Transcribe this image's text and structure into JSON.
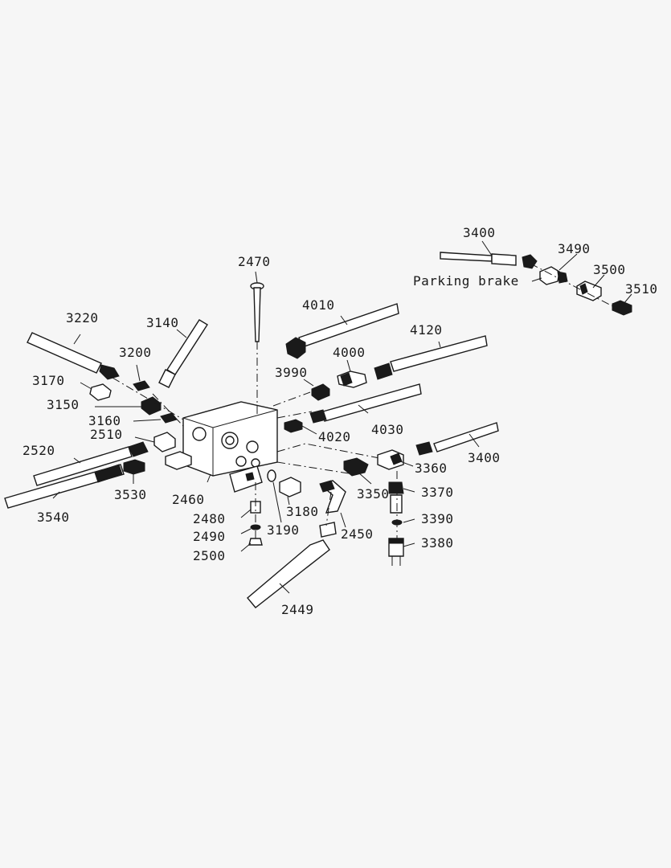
{
  "diagram": {
    "annotation": "Parking brake",
    "parts": [
      {
        "key": "3400_top",
        "label": "3400"
      },
      {
        "key": "3490",
        "label": "3490"
      },
      {
        "key": "3500",
        "label": "3500"
      },
      {
        "key": "3510",
        "label": "3510"
      },
      {
        "key": "2470",
        "label": "2470"
      },
      {
        "key": "4010",
        "label": "4010"
      },
      {
        "key": "4120",
        "label": "4120"
      },
      {
        "key": "3220",
        "label": "3220"
      },
      {
        "key": "3140",
        "label": "3140"
      },
      {
        "key": "3200",
        "label": "3200"
      },
      {
        "key": "4000",
        "label": "4000"
      },
      {
        "key": "3990",
        "label": "3990"
      },
      {
        "key": "3170",
        "label": "3170"
      },
      {
        "key": "3150",
        "label": "3150"
      },
      {
        "key": "3160",
        "label": "3160"
      },
      {
        "key": "4030",
        "label": "4030"
      },
      {
        "key": "2510",
        "label": "2510"
      },
      {
        "key": "4020",
        "label": "4020"
      },
      {
        "key": "2520",
        "label": "2520"
      },
      {
        "key": "3360",
        "label": "3360"
      },
      {
        "key": "3400_right",
        "label": "3400"
      },
      {
        "key": "3530",
        "label": "3530"
      },
      {
        "key": "2460",
        "label": "2460"
      },
      {
        "key": "3350",
        "label": "3350"
      },
      {
        "key": "3370",
        "label": "3370"
      },
      {
        "key": "3540",
        "label": "3540"
      },
      {
        "key": "3180",
        "label": "3180"
      },
      {
        "key": "2480",
        "label": "2480"
      },
      {
        "key": "3390",
        "label": "3390"
      },
      {
        "key": "2450",
        "label": "2450"
      },
      {
        "key": "2490",
        "label": "2490"
      },
      {
        "key": "3190",
        "label": "3190"
      },
      {
        "key": "3380",
        "label": "3380"
      },
      {
        "key": "2500",
        "label": "2500"
      },
      {
        "key": "2449",
        "label": "2449"
      }
    ]
  }
}
